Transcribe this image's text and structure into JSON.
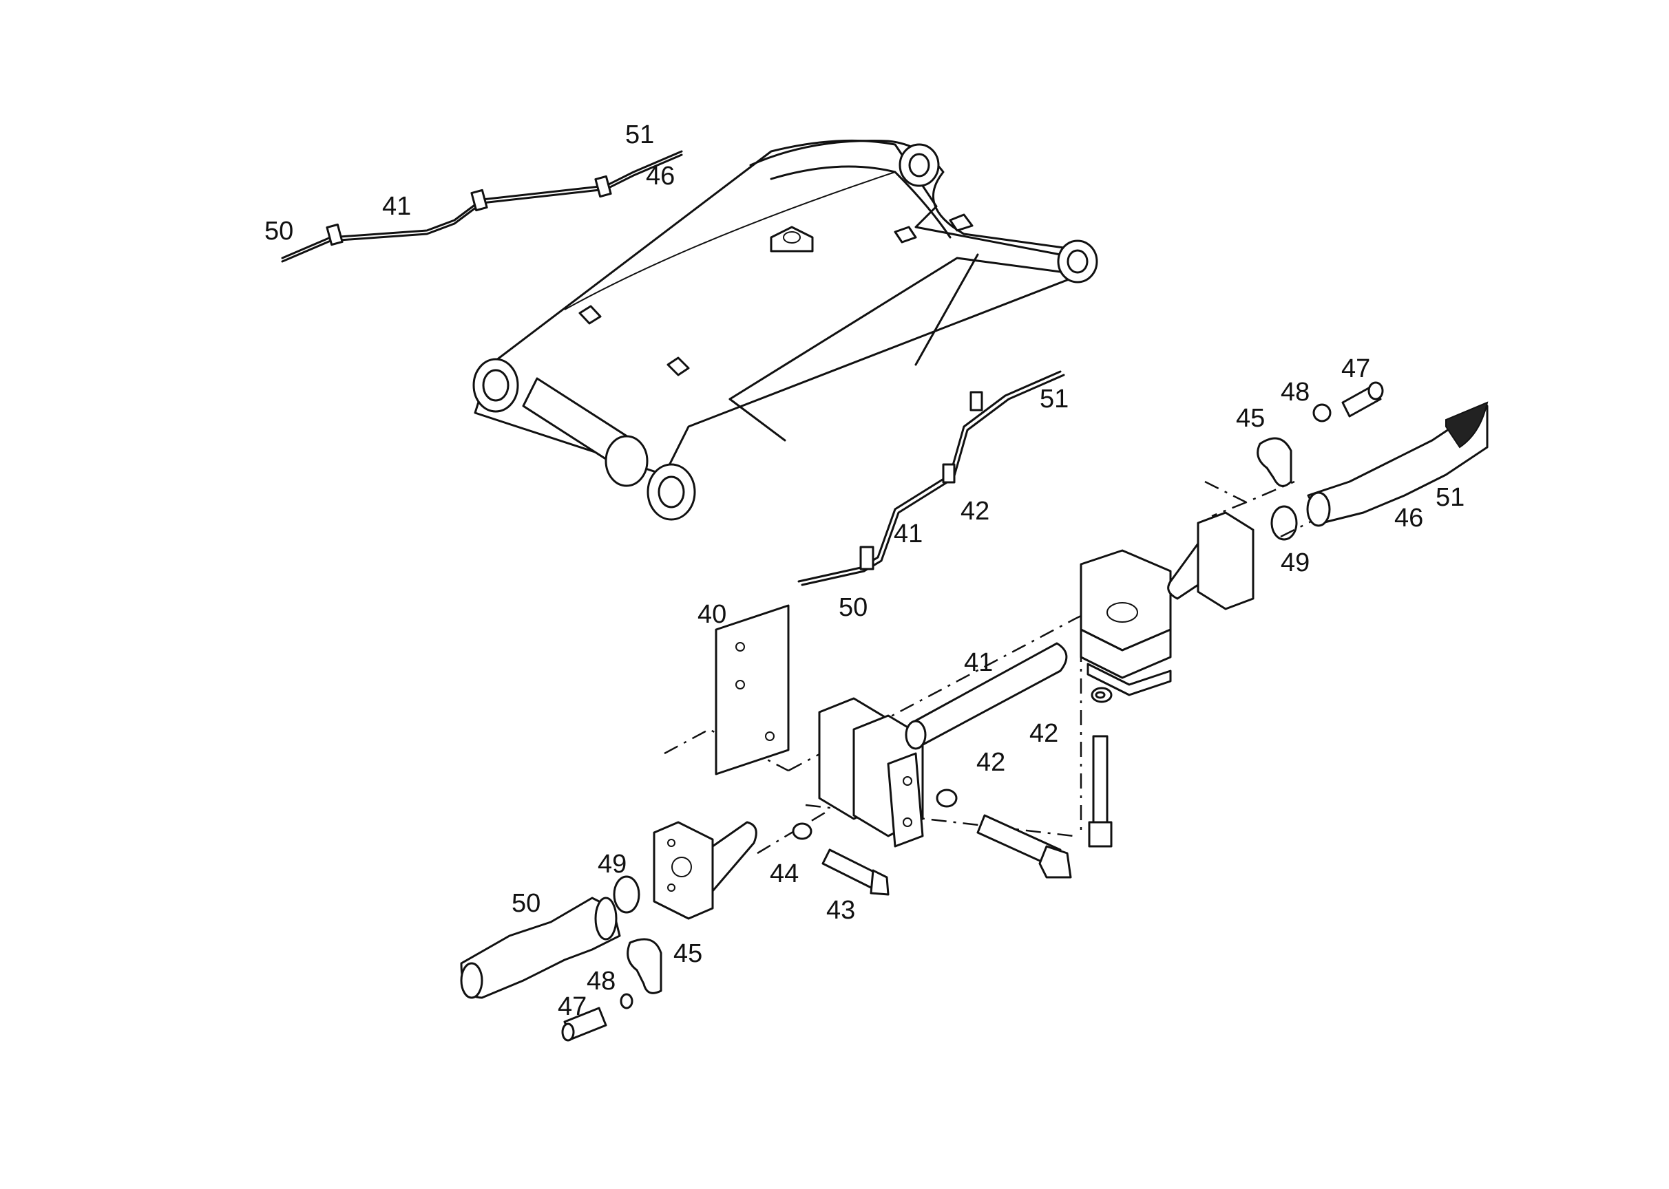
{
  "callouts": {
    "top_51": "51",
    "top_46": "46",
    "top_41": "41",
    "top_50": "50",
    "mid_51": "51",
    "mid_42": "42",
    "mid_41": "41",
    "mid_50": "50",
    "right_47": "47",
    "right_48": "48",
    "right_45": "45",
    "right_51": "51",
    "right_46": "46",
    "right_49": "49",
    "p40": "40",
    "p41": "41",
    "p42_a": "42",
    "p42_b": "42",
    "p44": "44",
    "p43": "43",
    "left_49": "49",
    "left_50": "50",
    "left_45": "45",
    "left_48": "48",
    "left_47": "47"
  },
  "colors": {
    "ink": "#111111",
    "paper": "#ffffff"
  }
}
